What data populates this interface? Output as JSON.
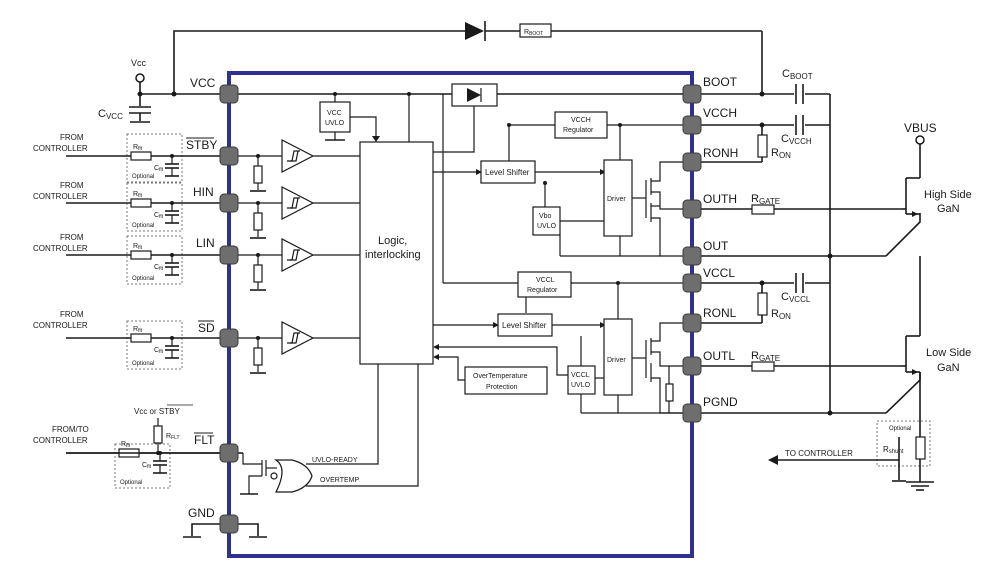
{
  "supply": {
    "vcc_label": "Vcc",
    "cvcc_label": "C",
    "cvcc_sub": "VCC",
    "rboot_label": "R",
    "rboot_sub": "BOOT"
  },
  "controller_labels": {
    "from_line1": "FROM",
    "from_line2": "CONTROLLER",
    "fromto_line1": "FROM/TO",
    "fromto_line2": "CONTROLLER",
    "to_controller": "TO CONTROLLER"
  },
  "filter": {
    "r_label": "R",
    "r_sub": "flt",
    "c_label": "C",
    "c_sub": "flt",
    "optional": "Optional"
  },
  "pins_left": {
    "vcc": "VCC",
    "stby": "STBY",
    "hin": "HIN",
    "lin": "LIN",
    "sd": "SD",
    "flt": "FLT",
    "gnd": "GND"
  },
  "pins_right": {
    "boot": "BOOT",
    "vcch": "VCCH",
    "ronh": "RONH",
    "outh": "OUTH",
    "out": "OUT",
    "vccl": "VCCL",
    "ronl": "RONL",
    "outl": "OUTL",
    "pgnd": "PGND"
  },
  "blocks": {
    "vcc_uvlo_1": "VCC",
    "vcc_uvlo_2": "UVLO",
    "logic_1": "Logic,",
    "logic_2": "interlocking",
    "level_shifter_high": "Level Shifter",
    "level_shifter_low": "Level Shifter",
    "vcch_reg_1": "VCCH",
    "vcch_reg_2": "Regulator",
    "vccl_reg_1": "VCCL",
    "vccl_reg_2": "Regulator",
    "vbo_uvlo_1": "Vbo",
    "vbo_uvlo_2": "UVLO",
    "vccl_uvlo_1": "VCCL",
    "vccl_uvlo_2": "UVLO",
    "driver_high": "Driver",
    "driver_low": "Driver",
    "overtemp_1": "OverTemperature",
    "overtemp_2": "Protection",
    "uvlo_ready": "UVLO-READY",
    "overtemp_signal": "OVERTEMP"
  },
  "external": {
    "cboot": "C",
    "cboot_sub": "BOOT",
    "cvcch": "C",
    "cvcch_sub": "VCCH",
    "cvccl": "C",
    "cvccl_sub": "VCCL",
    "ron_high": "R",
    "ron_high_sub": "ON",
    "ron_low": "R",
    "ron_low_sub": "ON",
    "rgate_high": "R",
    "rgate_high_sub": "GATE",
    "rgate_low": "R",
    "rgate_low_sub": "GATE",
    "vbus": "VBUS",
    "high_side_1": "High Side",
    "high_side_2": "GaN",
    "low_side_1": "Low Side",
    "low_side_2": "GaN",
    "rshunt": "R",
    "rshunt_sub": "shunt",
    "optional": "Optional",
    "vcc_or": "Vcc or ",
    "vcc_or_stby": "STBY",
    "rflt": "R",
    "rflt_sub": "FLT"
  },
  "colors": {
    "chip_outline": "#2e3192",
    "pin_fill": "#6e6e6e",
    "wire": "#1a1a1a"
  }
}
